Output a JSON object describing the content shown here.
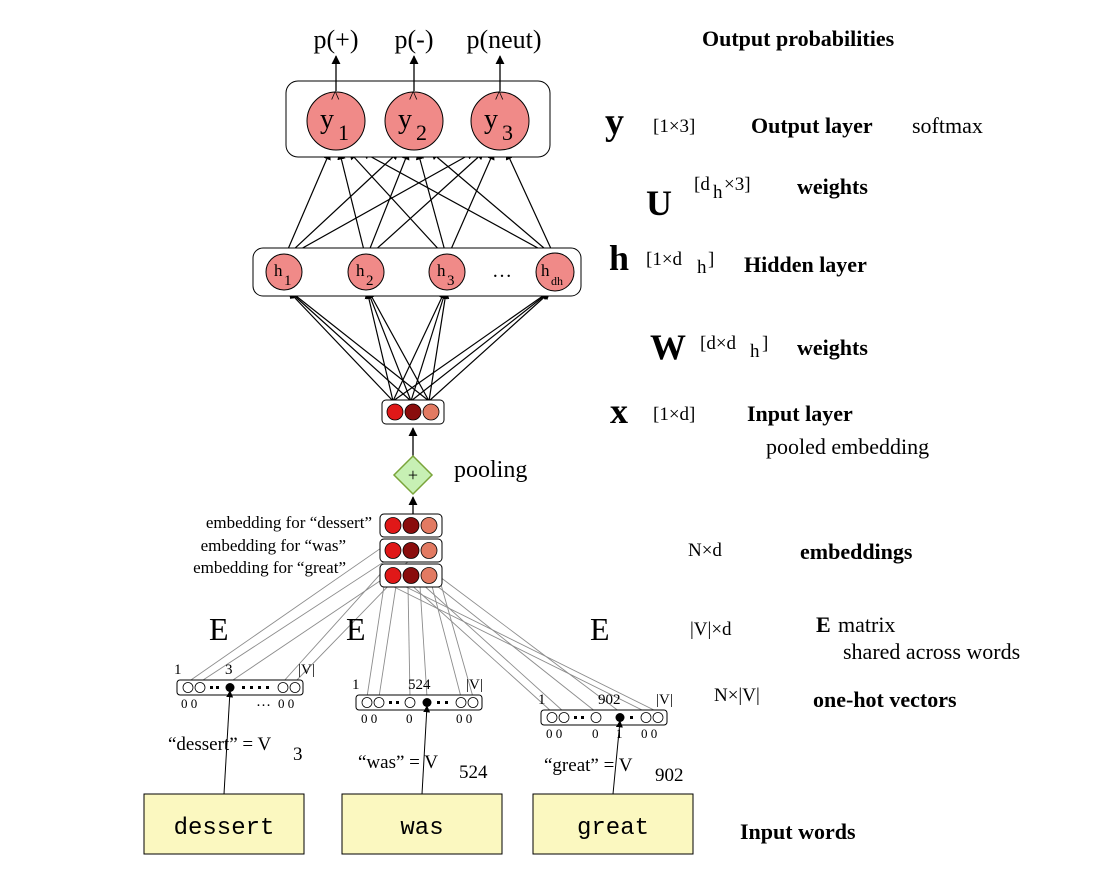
{
  "colors": {
    "neuron_fill": "#f08a88",
    "layer_box_fill": "#ffffff",
    "embed_red": "#e01818",
    "embed_darkred": "#8a0d0d",
    "embed_salmon": "#e27a62",
    "pool_fill": "#c7f0b4",
    "pool_stroke": "#7aa43a",
    "word_box_fill": "#fbf8c0",
    "gray_line": "#8c8c8c"
  },
  "outputs": {
    "labels": [
      "p(+)",
      "p(-)",
      "p(neut)"
    ],
    "nodes": [
      {
        "hat": "^",
        "base": "y",
        "sub": "1"
      },
      {
        "hat": "^",
        "base": "y",
        "sub": "2"
      },
      {
        "hat": "^",
        "base": "y",
        "sub": "3"
      }
    ]
  },
  "hidden": {
    "nodes": [
      {
        "base": "h",
        "sub": "1"
      },
      {
        "base": "h",
        "sub": "2"
      },
      {
        "base": "h",
        "sub": "3"
      },
      {
        "base": "h",
        "sub": "dh"
      }
    ],
    "ellipsis": "…"
  },
  "right": {
    "output_probabilities": "Output probabilities",
    "y_symbol": "y",
    "y_dim": "[1×3]",
    "output_layer": "Output layer",
    "softmax": "softmax",
    "u_symbol": "U",
    "u_dim_open": "[d",
    "u_dim_sub": "h",
    "u_dim_close": "×3]",
    "weights": "weights",
    "h_symbol": "h",
    "h_dim_main": "[1×d",
    "h_dim_sub": "h",
    "h_dim_close": "]",
    "hidden_layer": "Hidden layer",
    "w_symbol": "W",
    "w_dim_main": "[d×d",
    "w_dim_sub": "h",
    "w_dim_close": "]",
    "x_symbol": "x",
    "x_dim": "[1×d]",
    "input_layer": "Input layer",
    "pooled_embedding": "pooled embedding",
    "nd_dim": "N×d",
    "embeddings": "embeddings",
    "vd_dim": "|V|×d",
    "e_bold": "E",
    "matrix": "matrix",
    "shared": "shared across words",
    "nv_dim": "N×|V|",
    "one_hot": "one-hot vectors",
    "input_words": "Input words"
  },
  "pooling": {
    "symbol": "+",
    "label": "pooling"
  },
  "embedding_labels": [
    "embedding for “dessert”",
    "embedding for “was”",
    "embedding for “great”"
  ],
  "e_labels": [
    "E",
    "E",
    "E"
  ],
  "onehot": [
    {
      "first": "1",
      "index": "3",
      "last": "|V|",
      "zeros_left": "0 0",
      "dots": "…",
      "zeros_right": "0 0"
    },
    {
      "first": "1",
      "index": "524",
      "last": "|V|",
      "zeros_left": "0 0",
      "mid_zero": "0",
      "zeros_right": "0 0"
    },
    {
      "first": "1",
      "index": "902",
      "last": "|V|",
      "zeros_left": "0 0",
      "mid_zero": "0",
      "hot_one": "1",
      "zeros_right": "0 0"
    }
  ],
  "equations": [
    {
      "lhs": "“dessert” = V",
      "sub": "3"
    },
    {
      "lhs": "“was” = V",
      "sub": "524"
    },
    {
      "lhs": "“great” = V",
      "sub": "902"
    }
  ],
  "words": [
    "dessert",
    "was",
    "great"
  ]
}
